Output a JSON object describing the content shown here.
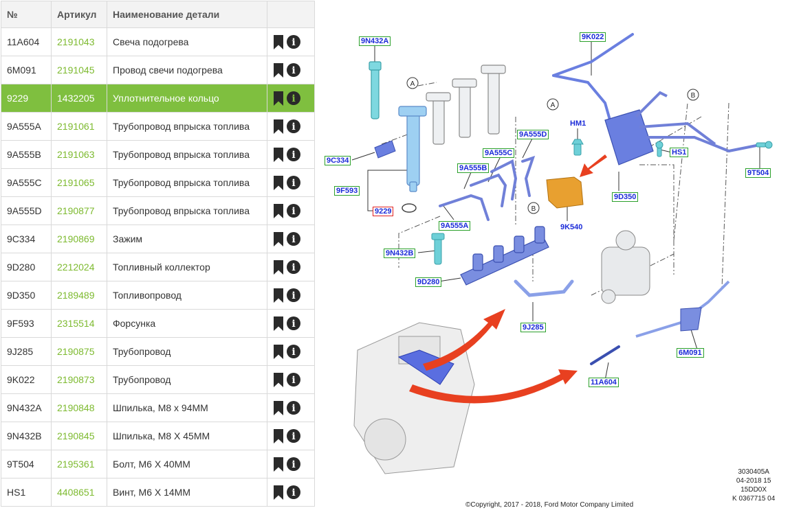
{
  "table": {
    "headers": {
      "no": "№",
      "article": "Артикул",
      "name": "Наименование детали"
    },
    "selected_index": 2,
    "rows": [
      {
        "no": "11A604",
        "article": "2191043",
        "name": "Свеча подогрева"
      },
      {
        "no": "6M091",
        "article": "2191045",
        "name": "Провод свечи подогрева"
      },
      {
        "no": "9229",
        "article": "1432205",
        "name": "Уплотнительное кольцо"
      },
      {
        "no": "9A555A",
        "article": "2191061",
        "name": "Трубопровод впрыска топлива"
      },
      {
        "no": "9A555B",
        "article": "2191063",
        "name": "Трубопровод впрыска топлива"
      },
      {
        "no": "9A555C",
        "article": "2191065",
        "name": "Трубопровод впрыска топлива"
      },
      {
        "no": "9A555D",
        "article": "2190877",
        "name": "Трубопровод впрыска топлива"
      },
      {
        "no": "9C334",
        "article": "2190869",
        "name": "Зажим"
      },
      {
        "no": "9D280",
        "article": "2212024",
        "name": "Топливный коллектор"
      },
      {
        "no": "9D350",
        "article": "2189489",
        "name": "Топливопровод"
      },
      {
        "no": "9F593",
        "article": "2315514",
        "name": "Форсунка"
      },
      {
        "no": "9J285",
        "article": "2190875",
        "name": "Трубопровод"
      },
      {
        "no": "9K022",
        "article": "2190873",
        "name": "Трубопровод"
      },
      {
        "no": "9N432A",
        "article": "2190848",
        "name": "Шпилька, M8 x 94MM"
      },
      {
        "no": "9N432B",
        "article": "2190845",
        "name": "Шпилька, M8 X 45MM"
      },
      {
        "no": "9T504",
        "article": "2195361",
        "name": "Болт, M6 X 40MM"
      },
      {
        "no": "HS1",
        "article": "4408651",
        "name": "Винт, M6 X 14MM"
      }
    ],
    "icons": {
      "bookmark": "bookmark-icon",
      "info": "info-icon",
      "info_glyph": "i"
    },
    "colors": {
      "article_link": "#7dba2f",
      "selected_row": "#7fbf3f"
    }
  },
  "diagram": {
    "labels": {
      "l9N432A": "9N432A",
      "l9K022": "9K022",
      "HM1": "HM1",
      "HS1": "HS1",
      "l9C334": "9C334",
      "l9A555D": "9A555D",
      "l9A555C": "9A555C",
      "l9A555B": "9A555B",
      "l9F593": "9F593",
      "l9229": "9229",
      "l9A555A": "9A555A",
      "l9D350": "9D350",
      "l9K540": "9K540",
      "l9T504": "9T504",
      "l9N432B": "9N432B",
      "l9D280": "9D280",
      "l9J285": "9J285",
      "l6M091": "6M091",
      "l11A604": "11A604"
    },
    "callouts": {
      "A": "A",
      "B": "B"
    },
    "reference": [
      "3030405A",
      "04-2018 15",
      "15DD0X",
      "K 0367715 04"
    ],
    "copyright": "©Copyright, 2017 - 2018, Ford Motor Company Limited",
    "colors": {
      "label_text": "#1a2ad8",
      "label_border": "#2aa02a",
      "highlight_border": "#e02020",
      "arrow": "#e84020",
      "part_blue": "#6a7fe0",
      "injector_blue": "#8cc8f0",
      "filter_orange": "#e8a030"
    }
  }
}
